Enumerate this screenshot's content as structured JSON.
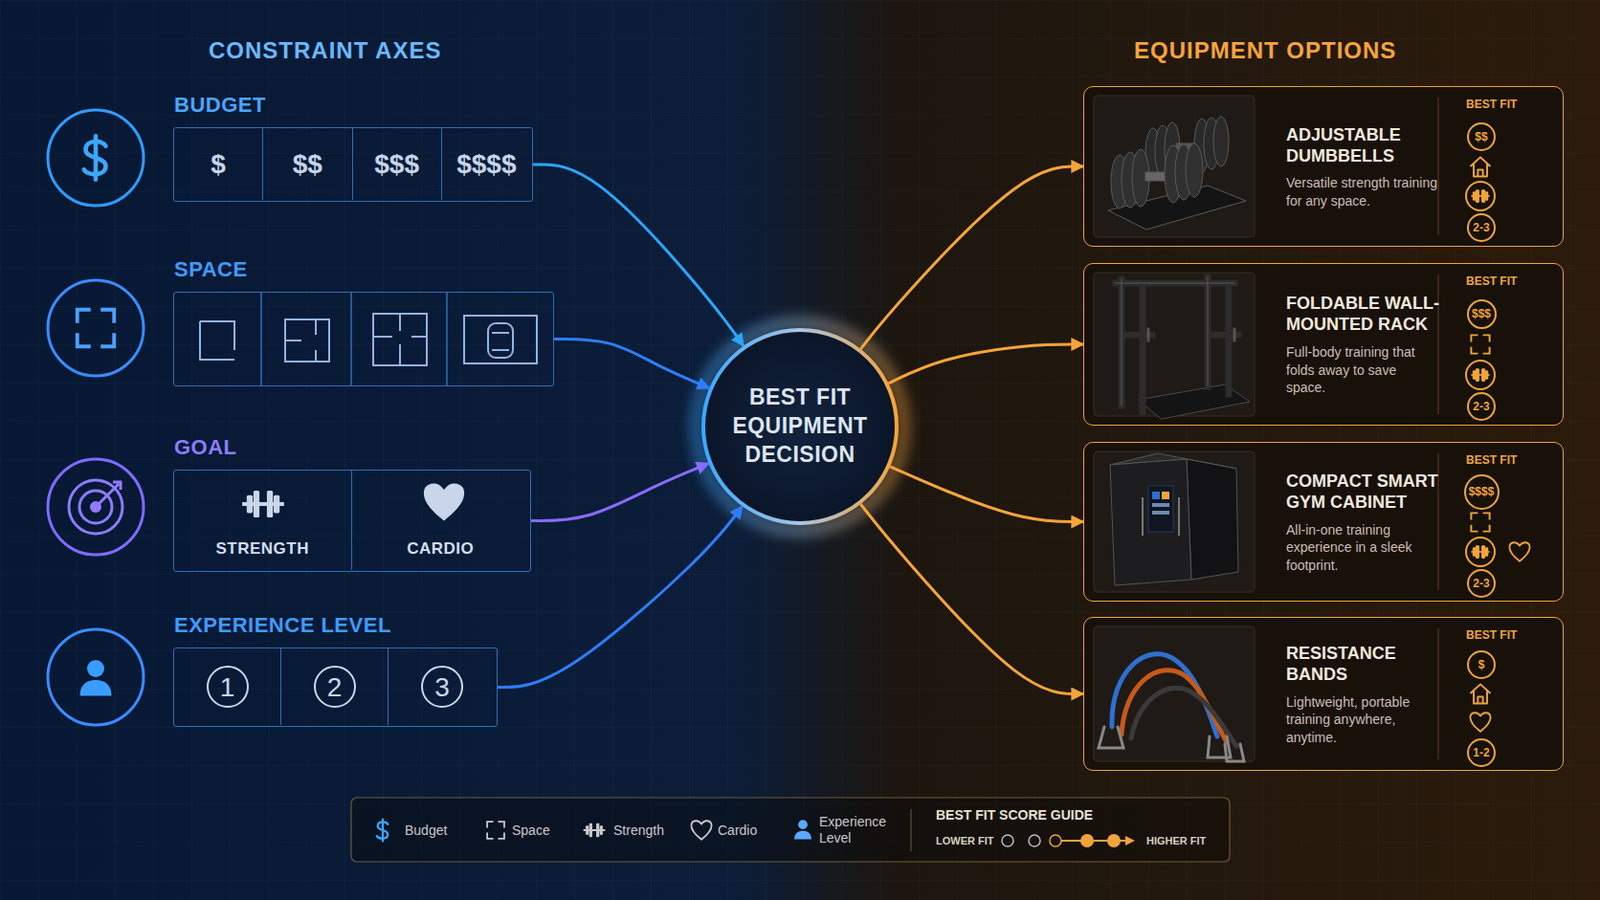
{
  "diagram": {
    "nodes": [
      {
        "text": [
          "BUDGET"
        ]
      },
      {
        "text": [
          "$"
        ],
        "in": 0
      },
      {
        "text": [
          "$$"
        ],
        "in": 0
      },
      {
        "text": [
          "$$$"
        ],
        "in": 0
      },
      {
        "text": [
          "$$$$"
        ],
        "in": 0
      },
      {
        "text": [
          "SPACE"
        ]
      },
      {
        "text": [
          "GOAL"
        ]
      },
      {
        "text": [
          "STRENGTH"
        ],
        "in": 6
      },
      {
        "text": [
          "CARDIO"
        ],
        "in": 6
      },
      {
        "text": [
          "EXPERIENCE LEVEL"
        ]
      },
      {
        "text": [
          "1"
        ],
        "in": 9
      },
      {
        "text": [
          "2"
        ],
        "in": 9
      },
      {
        "text": [
          "3"
        ],
        "in": 9
      },
      {
        "text": [
          "BEST FIT EQUIPMENT DECISION"
        ]
      },
      {
        "text": [
          "ADJUSTABLE DUMBBELLS",
          "Versatile strength training for any space.",
          "BEST FIT"
        ]
      },
      {
        "text": [
          "$$"
        ],
        "in": 14
      },
      {
        "text": [
          "2-3"
        ],
        "in": 14
      },
      {
        "text": [
          "FOLDABLE WALL-MOUNTED RACK",
          "Full-body training that folds away to save space.",
          "BEST FIT"
        ]
      },
      {
        "text": [
          "$$$"
        ],
        "in": 17
      },
      {
        "text": [
          "2-3"
        ],
        "in": 17
      },
      {
        "text": [
          "COMPACT SMART GYM CABINET",
          "All-in-one training experience in a sleek footprint.",
          "BEST FIT"
        ]
      },
      {
        "text": [
          "$$$$"
        ],
        "in": 20
      },
      {
        "text": [
          "2-3"
        ],
        "in": 20
      },
      {
        "text": [
          "RESISTANCE BANDS",
          "Lightweight, portable training anywhere, anytime.",
          "BEST FIT"
        ]
      },
      {
        "text": [
          "$"
        ],
        "in": 23
      },
      {
        "text": [
          "1-2"
        ],
        "in": 23
      }
    ],
    "edges": [
      {
        "from": 0,
        "to": 13,
        "arrow": "to"
      },
      {
        "from": 5,
        "to": 13,
        "arrow": "to"
      },
      {
        "from": 6,
        "to": 13,
        "arrow": "to"
      },
      {
        "from": 9,
        "to": 13,
        "arrow": "to"
      },
      {
        "from": 13,
        "to": 14,
        "arrow": "to"
      },
      {
        "from": 13,
        "to": 17,
        "arrow": "to"
      },
      {
        "from": 13,
        "to": 20,
        "arrow": "to"
      },
      {
        "from": 13,
        "to": 23,
        "arrow": "to"
      }
    ],
    "labels": [
      "CONSTRAINT AXES",
      "EQUIPMENT OPTIONS",
      "BEST FIT SCORE GUIDE",
      "LOWER FIT",
      "HIGHER FIT"
    ],
    "legend": [
      {
        "text": "Budget"
      },
      {
        "text": "Space"
      },
      {
        "text": "Strength"
      },
      {
        "text": "Cardio"
      },
      {
        "text": "Experience Level"
      }
    ]
  }
}
